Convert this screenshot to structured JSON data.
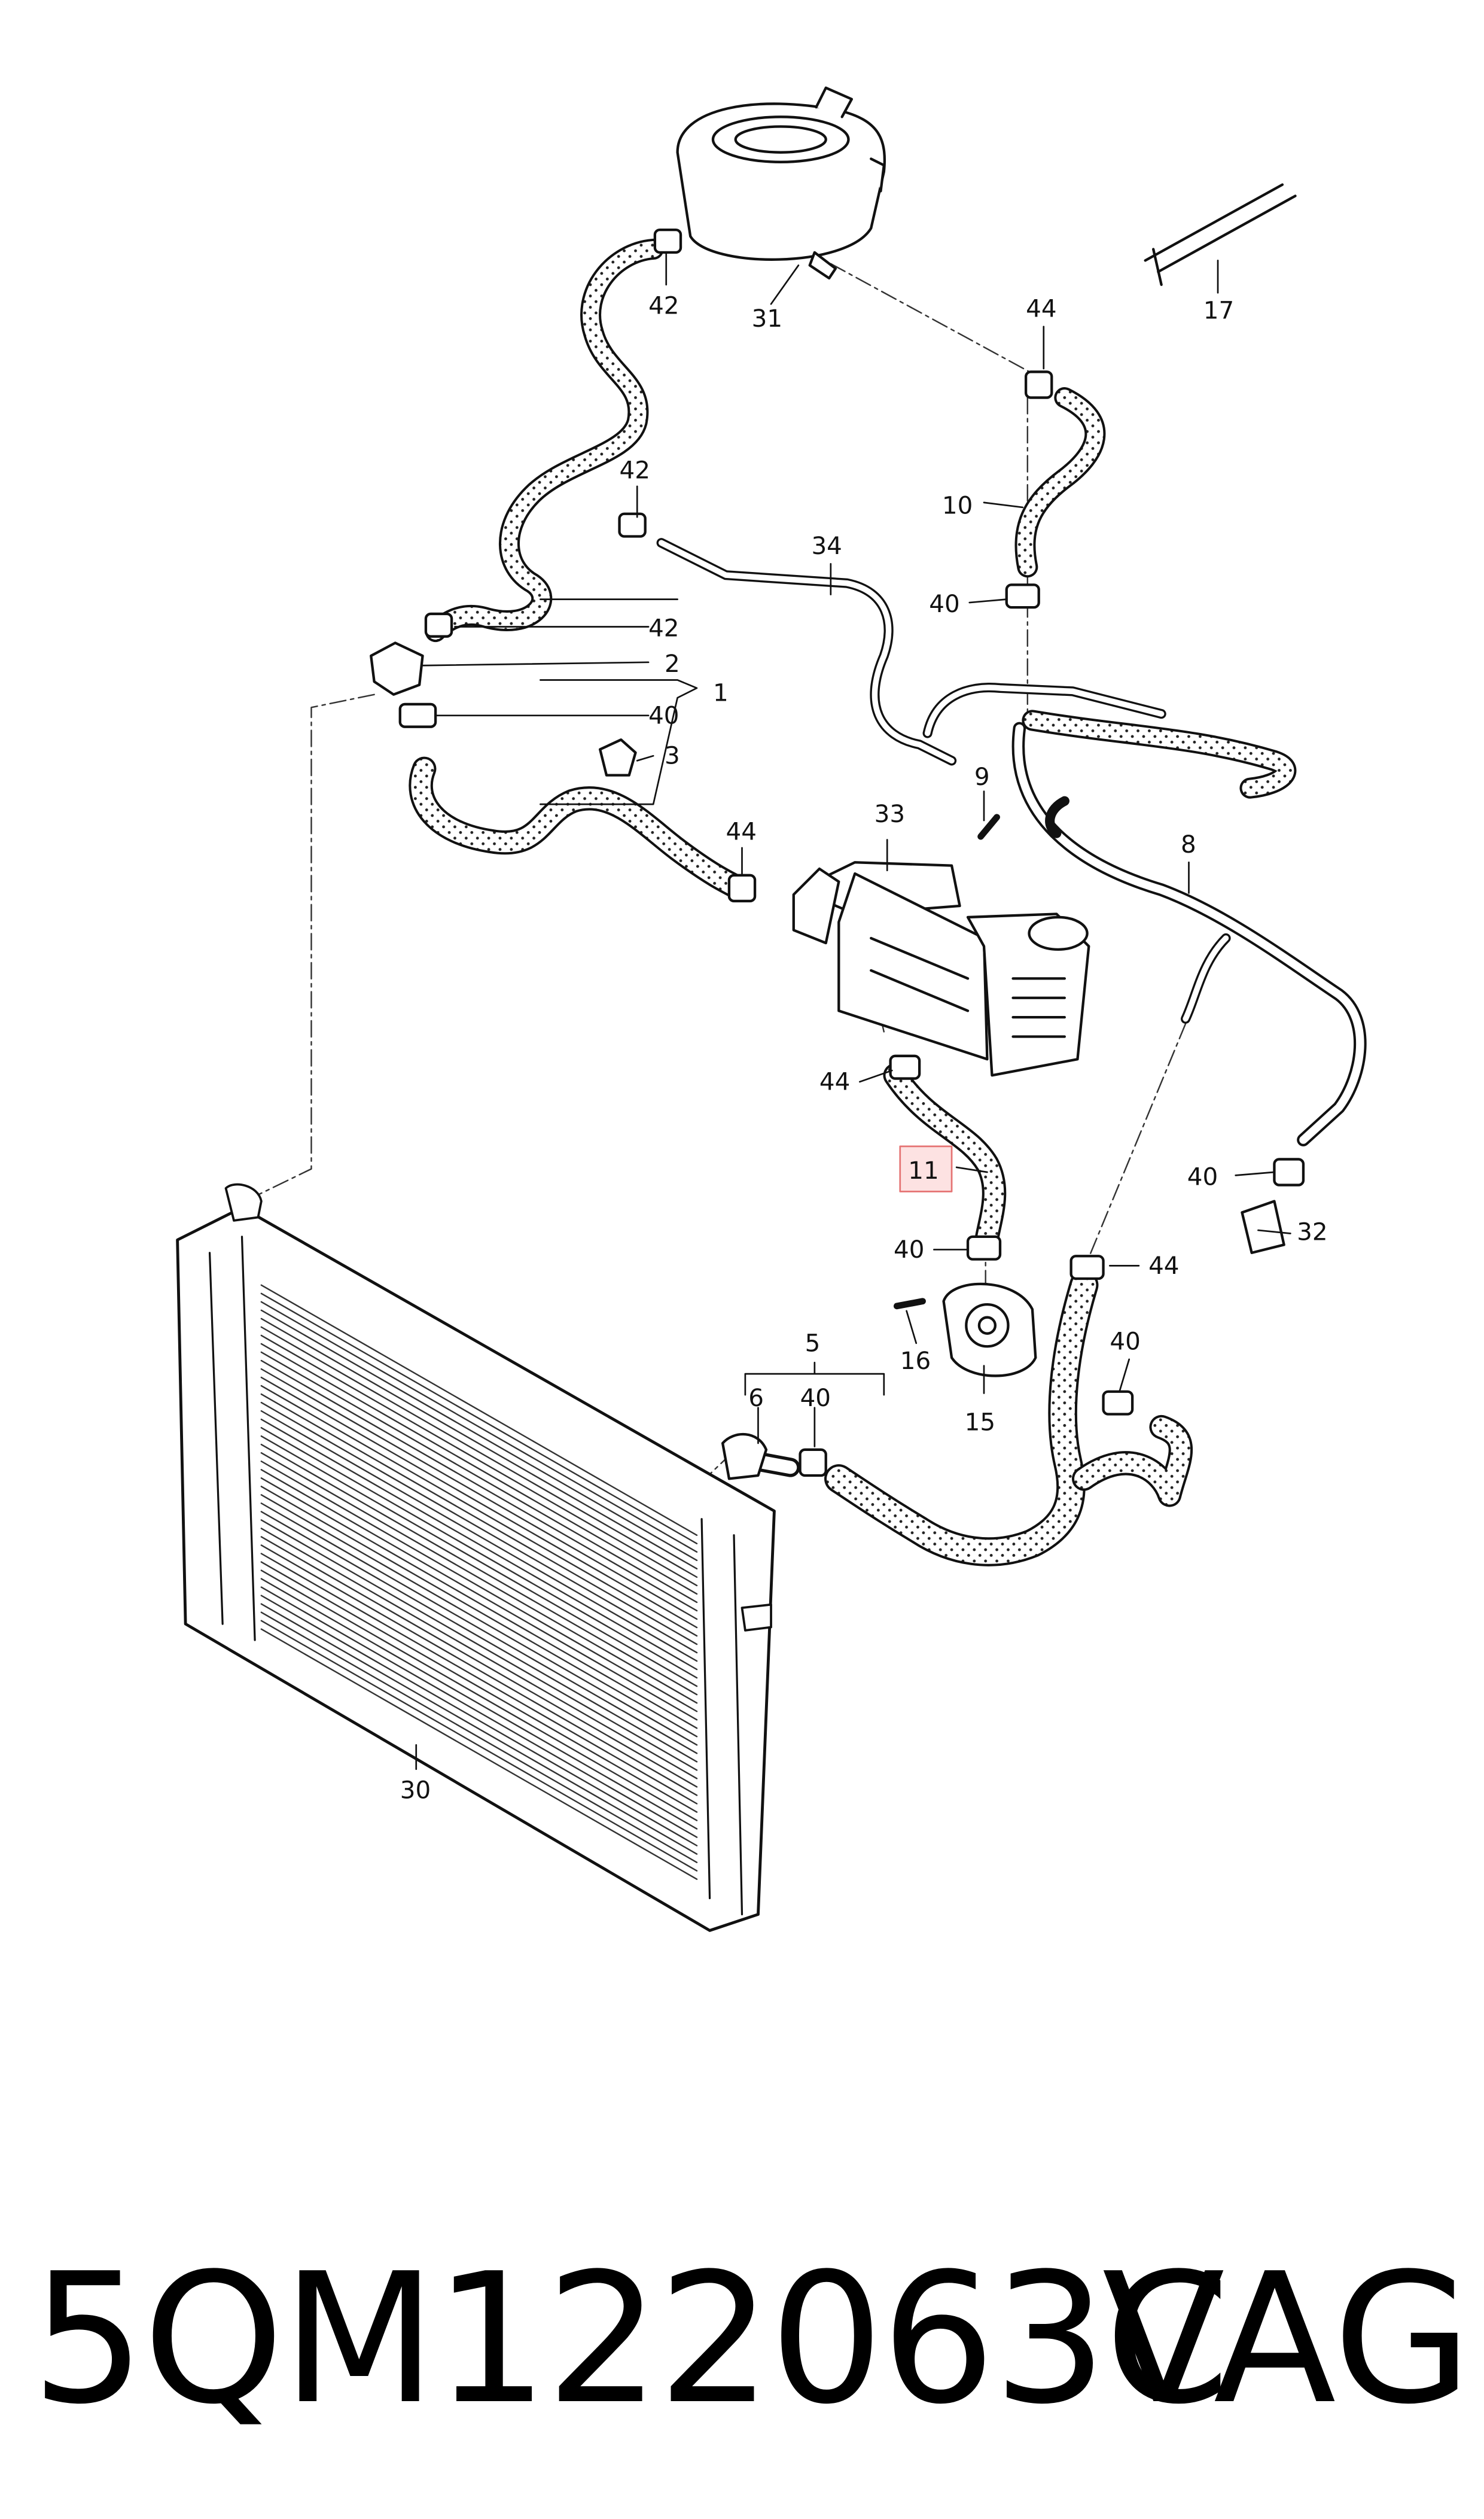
{
  "diagram": {
    "callouts": {
      "c1": "1",
      "c2": "2",
      "c3": "3",
      "c5": "5",
      "c6": "6",
      "c8": "8",
      "c9": "9",
      "c10": "10",
      "c11": "11",
      "c15": "15",
      "c16": "16",
      "c17": "17",
      "c30": "30",
      "c31": "31",
      "c32": "32",
      "c33": "33",
      "c34": "34",
      "c40a": "40",
      "c40b": "40",
      "c40c": "40",
      "c40d": "40",
      "c40e": "40",
      "c40f": "40",
      "c42a": "42",
      "c42b": "42",
      "c42c": "42",
      "c44a": "44",
      "c44b": "44",
      "c44c": "44",
      "c44d": "44"
    },
    "highlight_color": "#e57373"
  },
  "footer": {
    "part_number": "5QM122063C",
    "brand": "VAG"
  }
}
